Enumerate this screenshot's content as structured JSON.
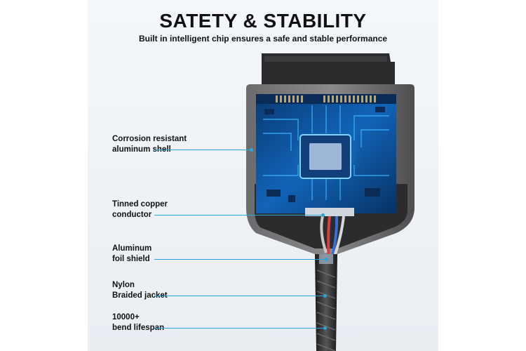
{
  "header": {
    "title": "SATETY & STABILITY",
    "subtitle": "Built in intelligent chip ensures a safe and stable performance"
  },
  "callouts": [
    {
      "line1": "Corrosion resistant",
      "line2": "aluminum shell"
    },
    {
      "line1": "Tinned copper",
      "line2": "conductor"
    },
    {
      "line1": "Aluminum",
      "line2": "foil shield"
    },
    {
      "line1": "Nylon",
      "line2": "Braided jacket"
    },
    {
      "line1": "10000+",
      "line2": "bend lifespan"
    }
  ],
  "colors": {
    "accent": "#2aa4dc",
    "shell": "#5a5a5c",
    "pcb": "#0b4e93",
    "connector": "#2b2b2d"
  }
}
